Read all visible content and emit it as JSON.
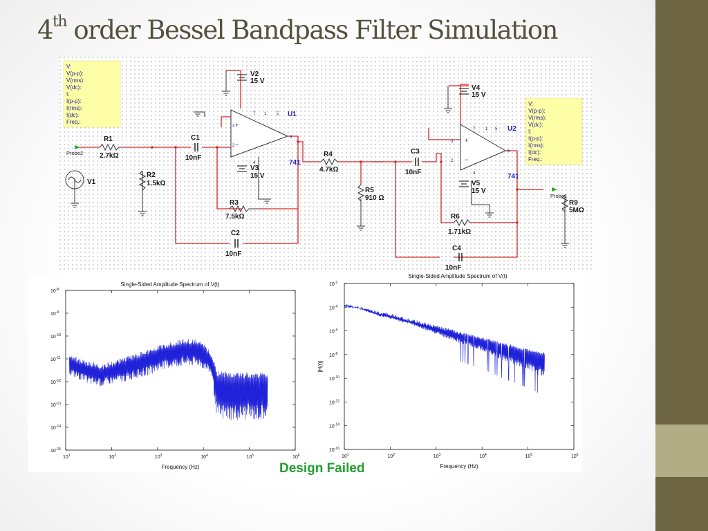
{
  "slide": {
    "title_main": "4",
    "title_sup": "th",
    "title_rest": " order Bessel Bandpass Filter Simulation",
    "status_text": "Design Failed",
    "colors": {
      "sidebar": "#6d6442",
      "sidebar_accent": "#b3ad86",
      "title": "#54523e",
      "status": "#22a030",
      "wire": "#d22828",
      "component_label": "#1a1a99"
    }
  },
  "schematic": {
    "probe_panel_left": {
      "lines": [
        "V:",
        "V(p-p):",
        "V(rms):",
        "V(dc):",
        "I:",
        "I(p-p):",
        "I(rms):",
        "I(dc):",
        "Freq.:"
      ]
    },
    "probe_panel_right": {
      "lines": [
        "V:",
        "V(p-p):",
        "V(rms):",
        "V(dc):",
        "I:",
        "I(p-p):",
        "I(rms):",
        "I(dc):",
        "Freq.:"
      ]
    },
    "components": {
      "R1": {
        "name": "R1",
        "value": "2.7kΩ"
      },
      "R2": {
        "name": "R2",
        "value": "1.5kΩ"
      },
      "R3": {
        "name": "R3",
        "value": "7.5kΩ"
      },
      "R4": {
        "name": "R4",
        "value": "4.7kΩ"
      },
      "R5": {
        "name": "R5",
        "value": "910 Ω"
      },
      "R6": {
        "name": "R6",
        "value": "1.71kΩ"
      },
      "R9": {
        "name": "R9",
        "value": "5MΩ"
      },
      "C1": {
        "name": "C1",
        "value": "10nF"
      },
      "C2": {
        "name": "C2",
        "value": "10nF"
      },
      "C3": {
        "name": "C3",
        "value": "10nF"
      },
      "C4": {
        "name": "C4",
        "value": "10nF"
      },
      "V1": {
        "name": "V1"
      },
      "V2": {
        "name": "V2",
        "value": "15 V"
      },
      "V3": {
        "name": "V3",
        "value": "15 V"
      },
      "V4": {
        "name": "V4",
        "value": "15 V"
      },
      "V5": {
        "name": "V5",
        "value": "15 V"
      },
      "U1": {
        "name": "U1",
        "part": "741"
      },
      "U2": {
        "name": "U2",
        "part": "741"
      }
    },
    "probes": {
      "probe1": "Probe1",
      "probe2": "Probe2"
    },
    "pins": {
      "p7": "7",
      "p1": "1",
      "p5": "5",
      "p3": "3",
      "p2": "2",
      "p4": "4",
      "p6": "6"
    }
  },
  "chart_data": [
    {
      "type": "line",
      "title": "Single-Sided Amplitude Spectrum of V(t)",
      "xlabel": "Frequency (Hz)",
      "ylabel": "",
      "x_scale": "log",
      "y_scale": "log",
      "xlim": [
        10,
        1000000
      ],
      "ylim": [
        1e-15,
        1e-08
      ],
      "x_ticks": [
        "10^1",
        "10^2",
        "10^3",
        "10^4",
        "10^5",
        "10^6"
      ],
      "y_ticks": [
        "10^-8",
        "10^-9",
        "10^-10",
        "10^-11",
        "10^-12",
        "10^-13",
        "10^-14",
        "10^-15"
      ],
      "series": [
        {
          "color": "#1f22d8",
          "upper_envelope": [
            [
              12,
              1.5e-11
            ],
            [
              30,
              8e-12
            ],
            [
              60,
              6e-12
            ],
            [
              100,
              8e-12
            ],
            [
              200,
              1.2e-11
            ],
            [
              400,
              2e-11
            ],
            [
              700,
              3e-11
            ],
            [
              1000,
              4e-11
            ],
            [
              2000,
              6e-11
            ],
            [
              4000,
              8e-11
            ],
            [
              8000,
              7e-11
            ],
            [
              15000,
              2e-11
            ],
            [
              20000,
              3e-12
            ],
            [
              50000,
              2.5e-12
            ],
            [
              100000,
              2.5e-12
            ],
            [
              250000,
              2.5e-12
            ]
          ],
          "lower_envelope": [
            [
              12,
              2e-12
            ],
            [
              30,
              8e-13
            ],
            [
              60,
              6e-13
            ],
            [
              100,
              8e-13
            ],
            [
              200,
              1e-12
            ],
            [
              400,
              1.5e-12
            ],
            [
              700,
              2e-12
            ],
            [
              1000,
              3e-12
            ],
            [
              2000,
              4e-12
            ],
            [
              4000,
              5e-12
            ],
            [
              8000,
              5e-12
            ],
            [
              15000,
              2e-12
            ],
            [
              20000,
              2e-14
            ],
            [
              50000,
              2e-14
            ],
            [
              100000,
              2e-14
            ],
            [
              250000,
              2e-14
            ]
          ]
        }
      ]
    },
    {
      "type": "line",
      "title": "Single-Sided Amplitude Spectrum of V(t)",
      "xlabel": "Frequency (Hz)",
      "ylabel": "|H(f)|",
      "x_scale": "log",
      "y_scale": "log",
      "xlim": [
        10,
        1000000
      ],
      "ylim": [
        1e-16,
        0.01
      ],
      "x_ticks": [
        "10^1",
        "10^2",
        "10^3",
        "10^4",
        "10^5",
        "10^6"
      ],
      "y_ticks": [
        "10^-2",
        "10^-4",
        "10^-6",
        "10^-8",
        "10^-10",
        "10^-12",
        "10^-14",
        "10^-16"
      ],
      "series": [
        {
          "color": "#1f22d8",
          "upper_envelope": [
            [
              10,
              0.0002
            ],
            [
              20,
              0.00013
            ],
            [
              50,
              5e-05
            ],
            [
              100,
              3e-05
            ],
            [
              300,
              1e-05
            ],
            [
              1000,
              3e-06
            ],
            [
              3000,
              1e-06
            ],
            [
              10000,
              3e-07
            ],
            [
              30000,
              1e-07
            ],
            [
              100000,
              3e-08
            ],
            [
              230000,
              1.5e-08
            ]
          ],
          "lower_envelope": [
            [
              10,
              0.0001
            ],
            [
              20,
              8e-05
            ],
            [
              50,
              2e-05
            ],
            [
              100,
              1e-05
            ],
            [
              300,
              3e-06
            ],
            [
              1000,
              5e-07
            ],
            [
              3000,
              1e-07
            ],
            [
              10000,
              2e-08
            ],
            [
              30000,
              3e-09
            ],
            [
              100000,
              5e-10
            ],
            [
              230000,
              1e-10
            ]
          ]
        }
      ]
    }
  ]
}
